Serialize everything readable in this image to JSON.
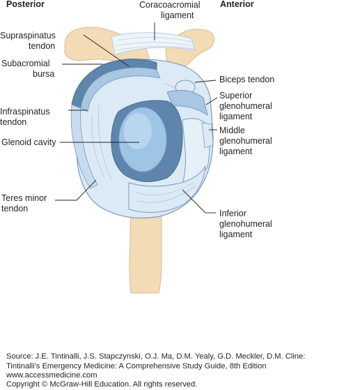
{
  "headers": {
    "posterior": "Posterior",
    "anterior": "Anterior"
  },
  "labels": {
    "coracoacromial": [
      "Coracoacromial",
      "ligament"
    ],
    "supraspinatus": [
      "Supraspinatus",
      "tendon"
    ],
    "subacromial": [
      "Subacromial",
      "bursa"
    ],
    "infraspinatus": [
      "Infraspinatus",
      "tendon"
    ],
    "glenoid": [
      "Glenoid cavity"
    ],
    "teres": [
      "Teres minor",
      "tendon"
    ],
    "biceps": [
      "Biceps tendon"
    ],
    "superior": [
      "Superior",
      "glenohumeral",
      "ligament"
    ],
    "middle": [
      "Middle",
      "glenohumeral",
      "ligament"
    ],
    "inferior": [
      "Inferior",
      "glenohumeral",
      "ligament"
    ]
  },
  "source": {
    "line1": "Source: J.E. Tintinalli, J.S. Stapczynski, O.J. Ma, D.M. Yealy, G.D. Meckler, D.M. Cline:",
    "line2": "Tintinalli's Emergency Medicine: A Comprehensive Study Guide, 8th Edition",
    "line3": "www.accessmedicine.com",
    "line4": "Copyright © McGraw-Hill Education.  All rights reserved."
  },
  "colors": {
    "bone": "#f3dbb5",
    "light_blue": "#dceaf6",
    "mid_blue": "#a9c6e3",
    "dark_blue": "#5e86ac",
    "cavity": "#9fc5e6",
    "outline": "#7a98b8"
  }
}
